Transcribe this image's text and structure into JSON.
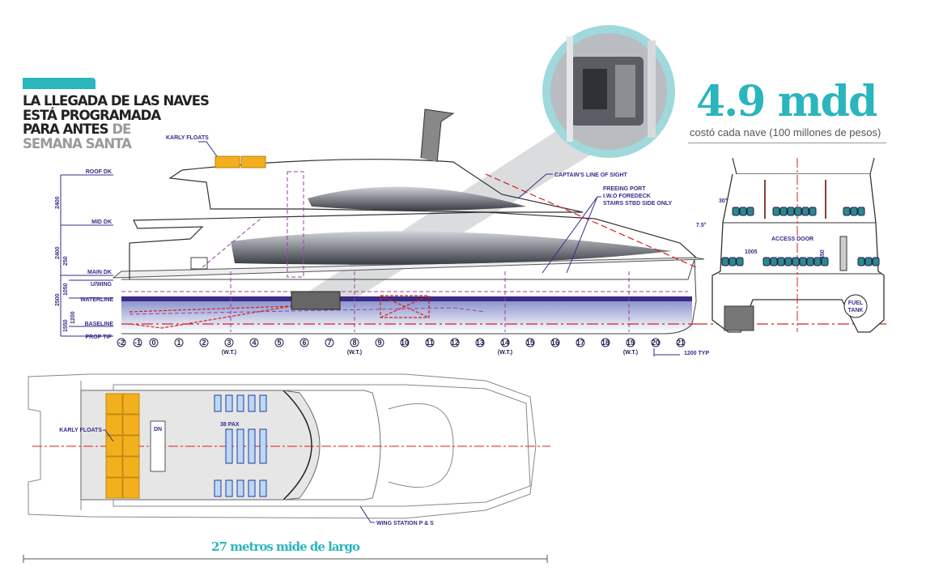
{
  "headline": {
    "line1": "LA LLEGADA DE LAS NAVES",
    "line2": "ESTÁ PROGRAMADA",
    "line3_dark": "PARA ANTES",
    "line3_gray": "DE",
    "line4_gray": "SEMANA SANTA"
  },
  "price": {
    "value": "4.9 mdd",
    "caption": "costó cada nave (100 millones de pesos)"
  },
  "colors": {
    "accent": "#2bb5bd",
    "waterline": "#3b2a86",
    "floats": "#f2b01e",
    "cad_text": "#3a2a8a",
    "centerline": "#d42020"
  },
  "side_view": {
    "levels": [
      "ROOF DK",
      "MID DK",
      "MAIN DK",
      "U/WING",
      "WATERLINE",
      "BASELINE",
      "PROP TIP"
    ],
    "dimensions": [
      "2400",
      "2400",
      "250",
      "2500",
      "1050",
      "1550",
      "1200"
    ],
    "callouts": {
      "karly_floats": "KARLY FLOATS",
      "captains_line": "CAPTAIN'S LINE OF SIGHT",
      "freeing_1": "FREEING PORT",
      "freeing_2": "I.W.O FOREDECK",
      "freeing_3": "STAIRS STBD SIDE ONLY"
    },
    "frames": [
      "-2",
      "-1",
      "0",
      "1",
      "2",
      "3",
      "4",
      "5",
      "6",
      "7",
      "8",
      "9",
      "10",
      "11",
      "12",
      "13",
      "14",
      "15",
      "16",
      "17",
      "18",
      "19",
      "20",
      "21"
    ],
    "watertight_label": "(W.T.)",
    "spacing_label": "1200 TYP"
  },
  "front_view": {
    "angle_1": "30°",
    "angle_2": "7.5°",
    "access_door": "ACCESS DOOR",
    "width_dim": "1005",
    "height_dim": "450",
    "fuel_tank_1": "FUEL",
    "fuel_tank_2": "TANK"
  },
  "plan_view": {
    "karly_floats": "KARLY FLOATS",
    "pax": "38 PAX",
    "stairs": "DN",
    "wing_station": "WING STATION P & S"
  },
  "footer": {
    "length": "27 metros mide de largo"
  }
}
